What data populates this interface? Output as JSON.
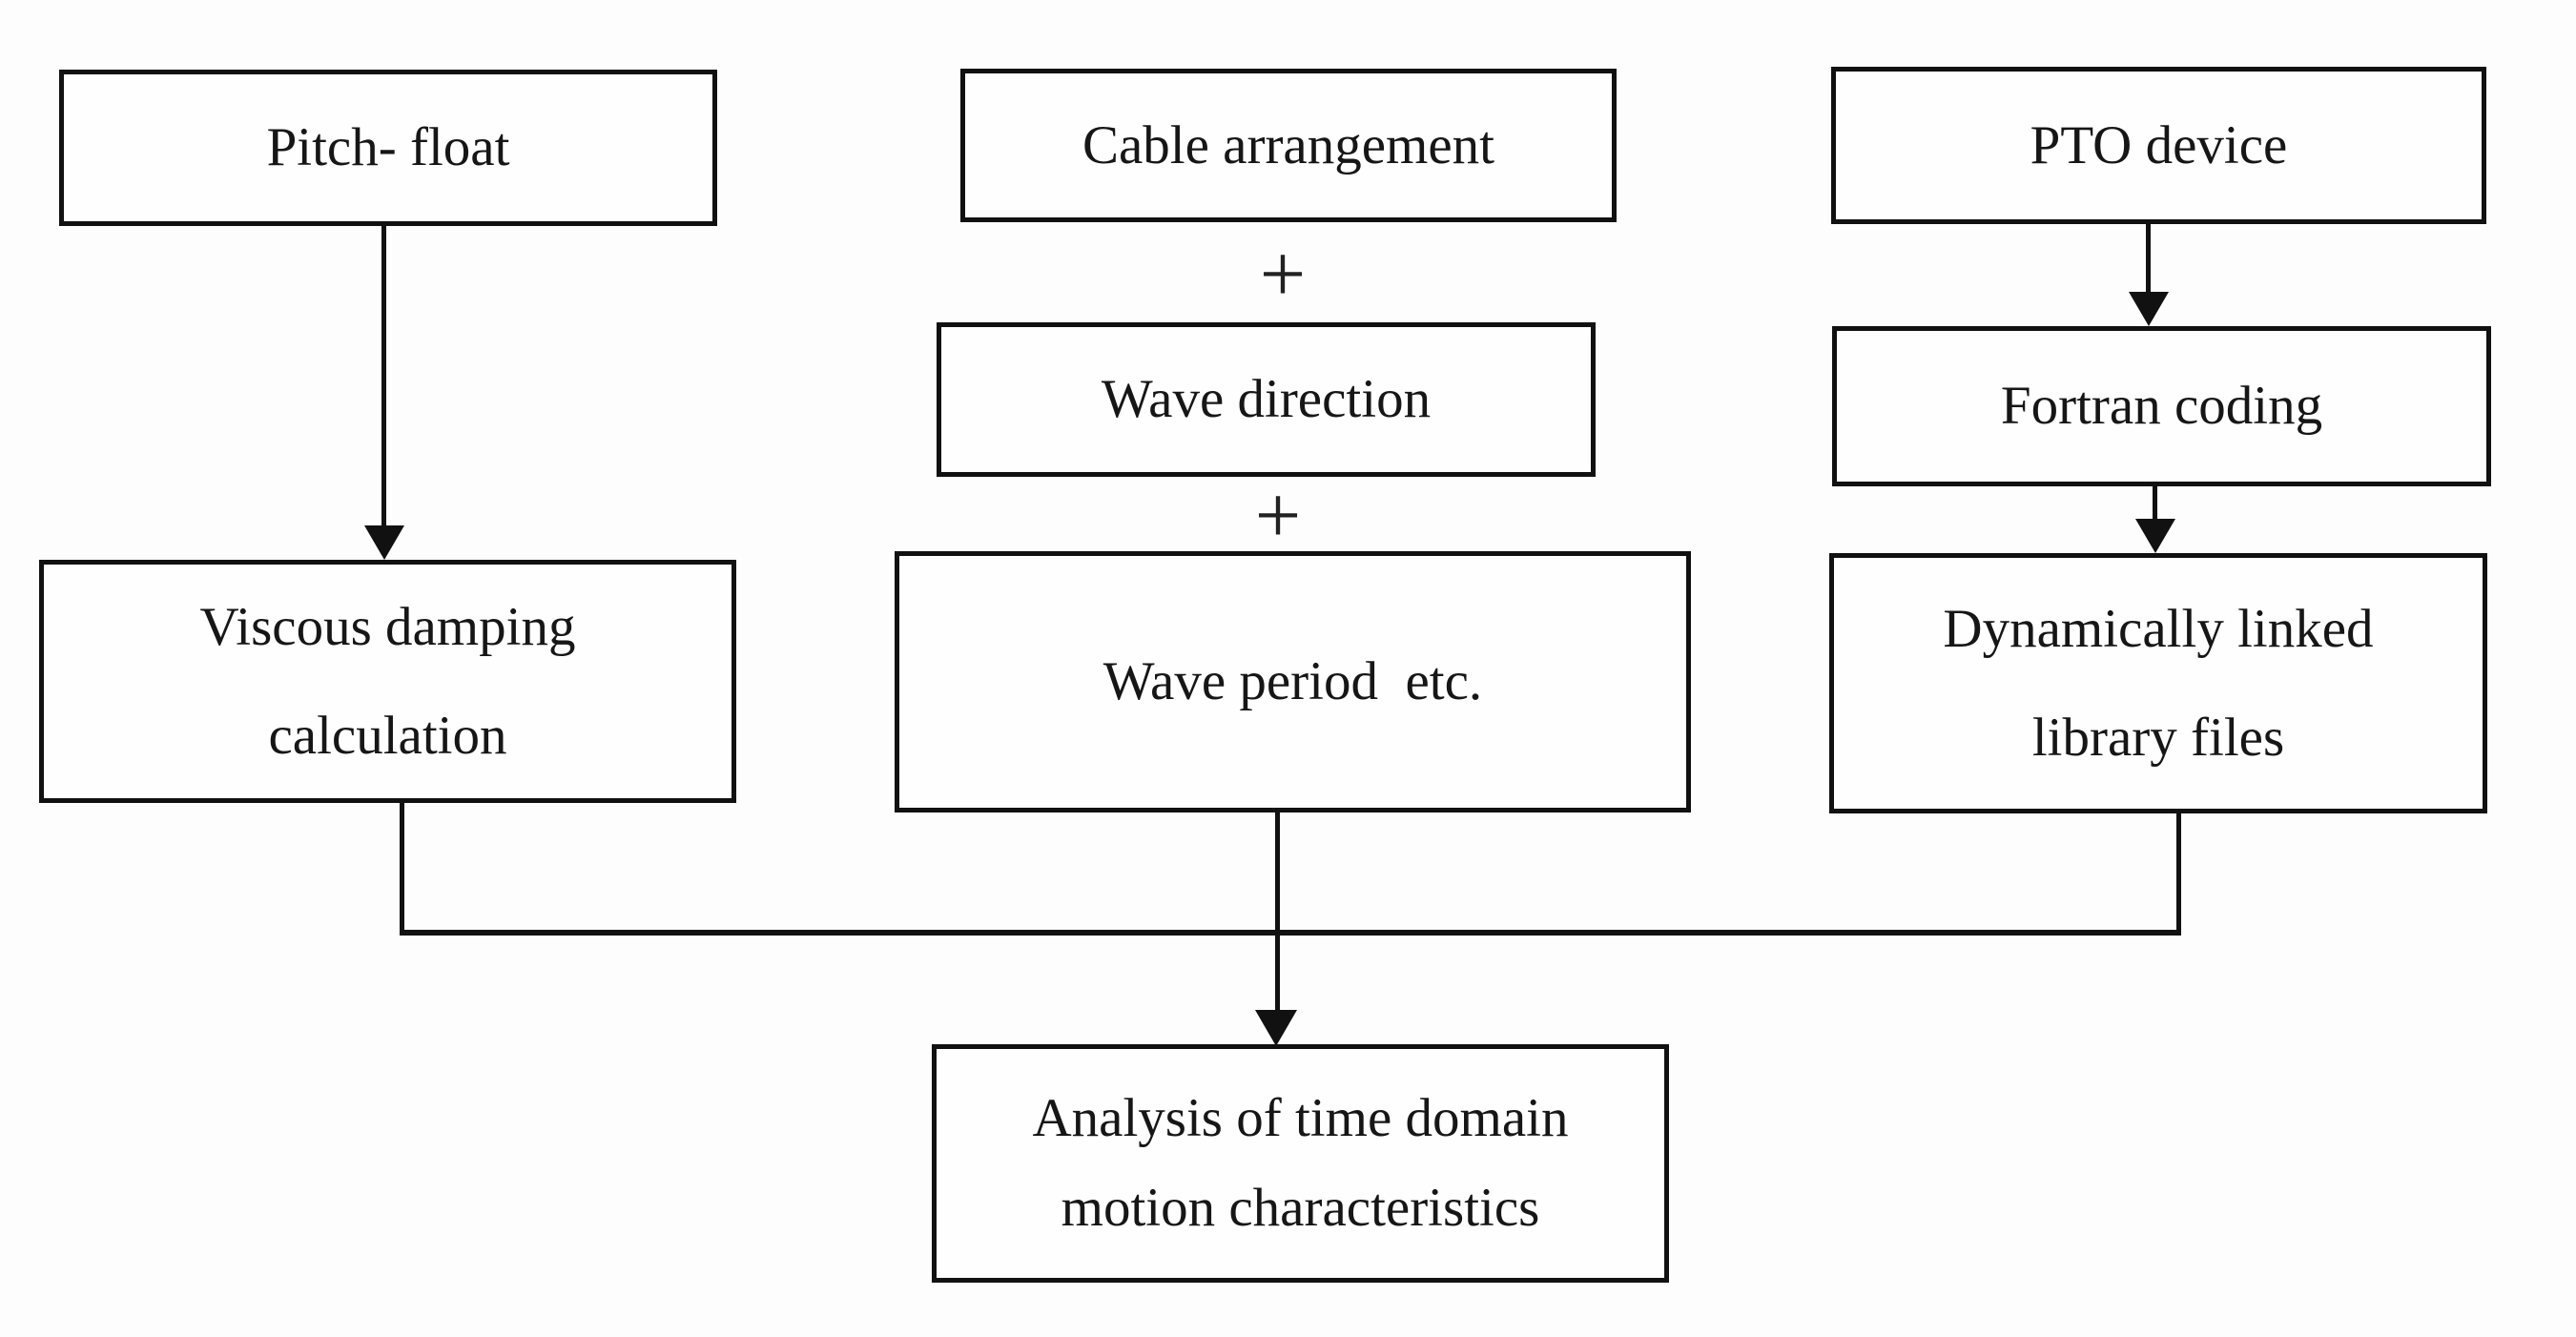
{
  "diagram": {
    "nodes": {
      "pitch_float": {
        "label": "Pitch- float"
      },
      "cable_arrangement": {
        "label": "Cable arrangement"
      },
      "pto_device": {
        "label": "PTO device"
      },
      "wave_direction": {
        "label": "Wave direction"
      },
      "fortran_coding": {
        "label": "Fortran coding"
      },
      "viscous_damping": {
        "line1": "Viscous damping",
        "line2": "calculation"
      },
      "wave_period": {
        "label": "Wave period  etc."
      },
      "dynamically_linked": {
        "line1": "Dynamically linked",
        "line2": "library files"
      },
      "analysis": {
        "line1": "Analysis of time domain",
        "line2": "motion characteristics"
      }
    },
    "operators": {
      "plus_top": "+",
      "plus_bottom": "+"
    },
    "colors": {
      "ink": "#111111",
      "background": "#fdfdfd"
    }
  }
}
